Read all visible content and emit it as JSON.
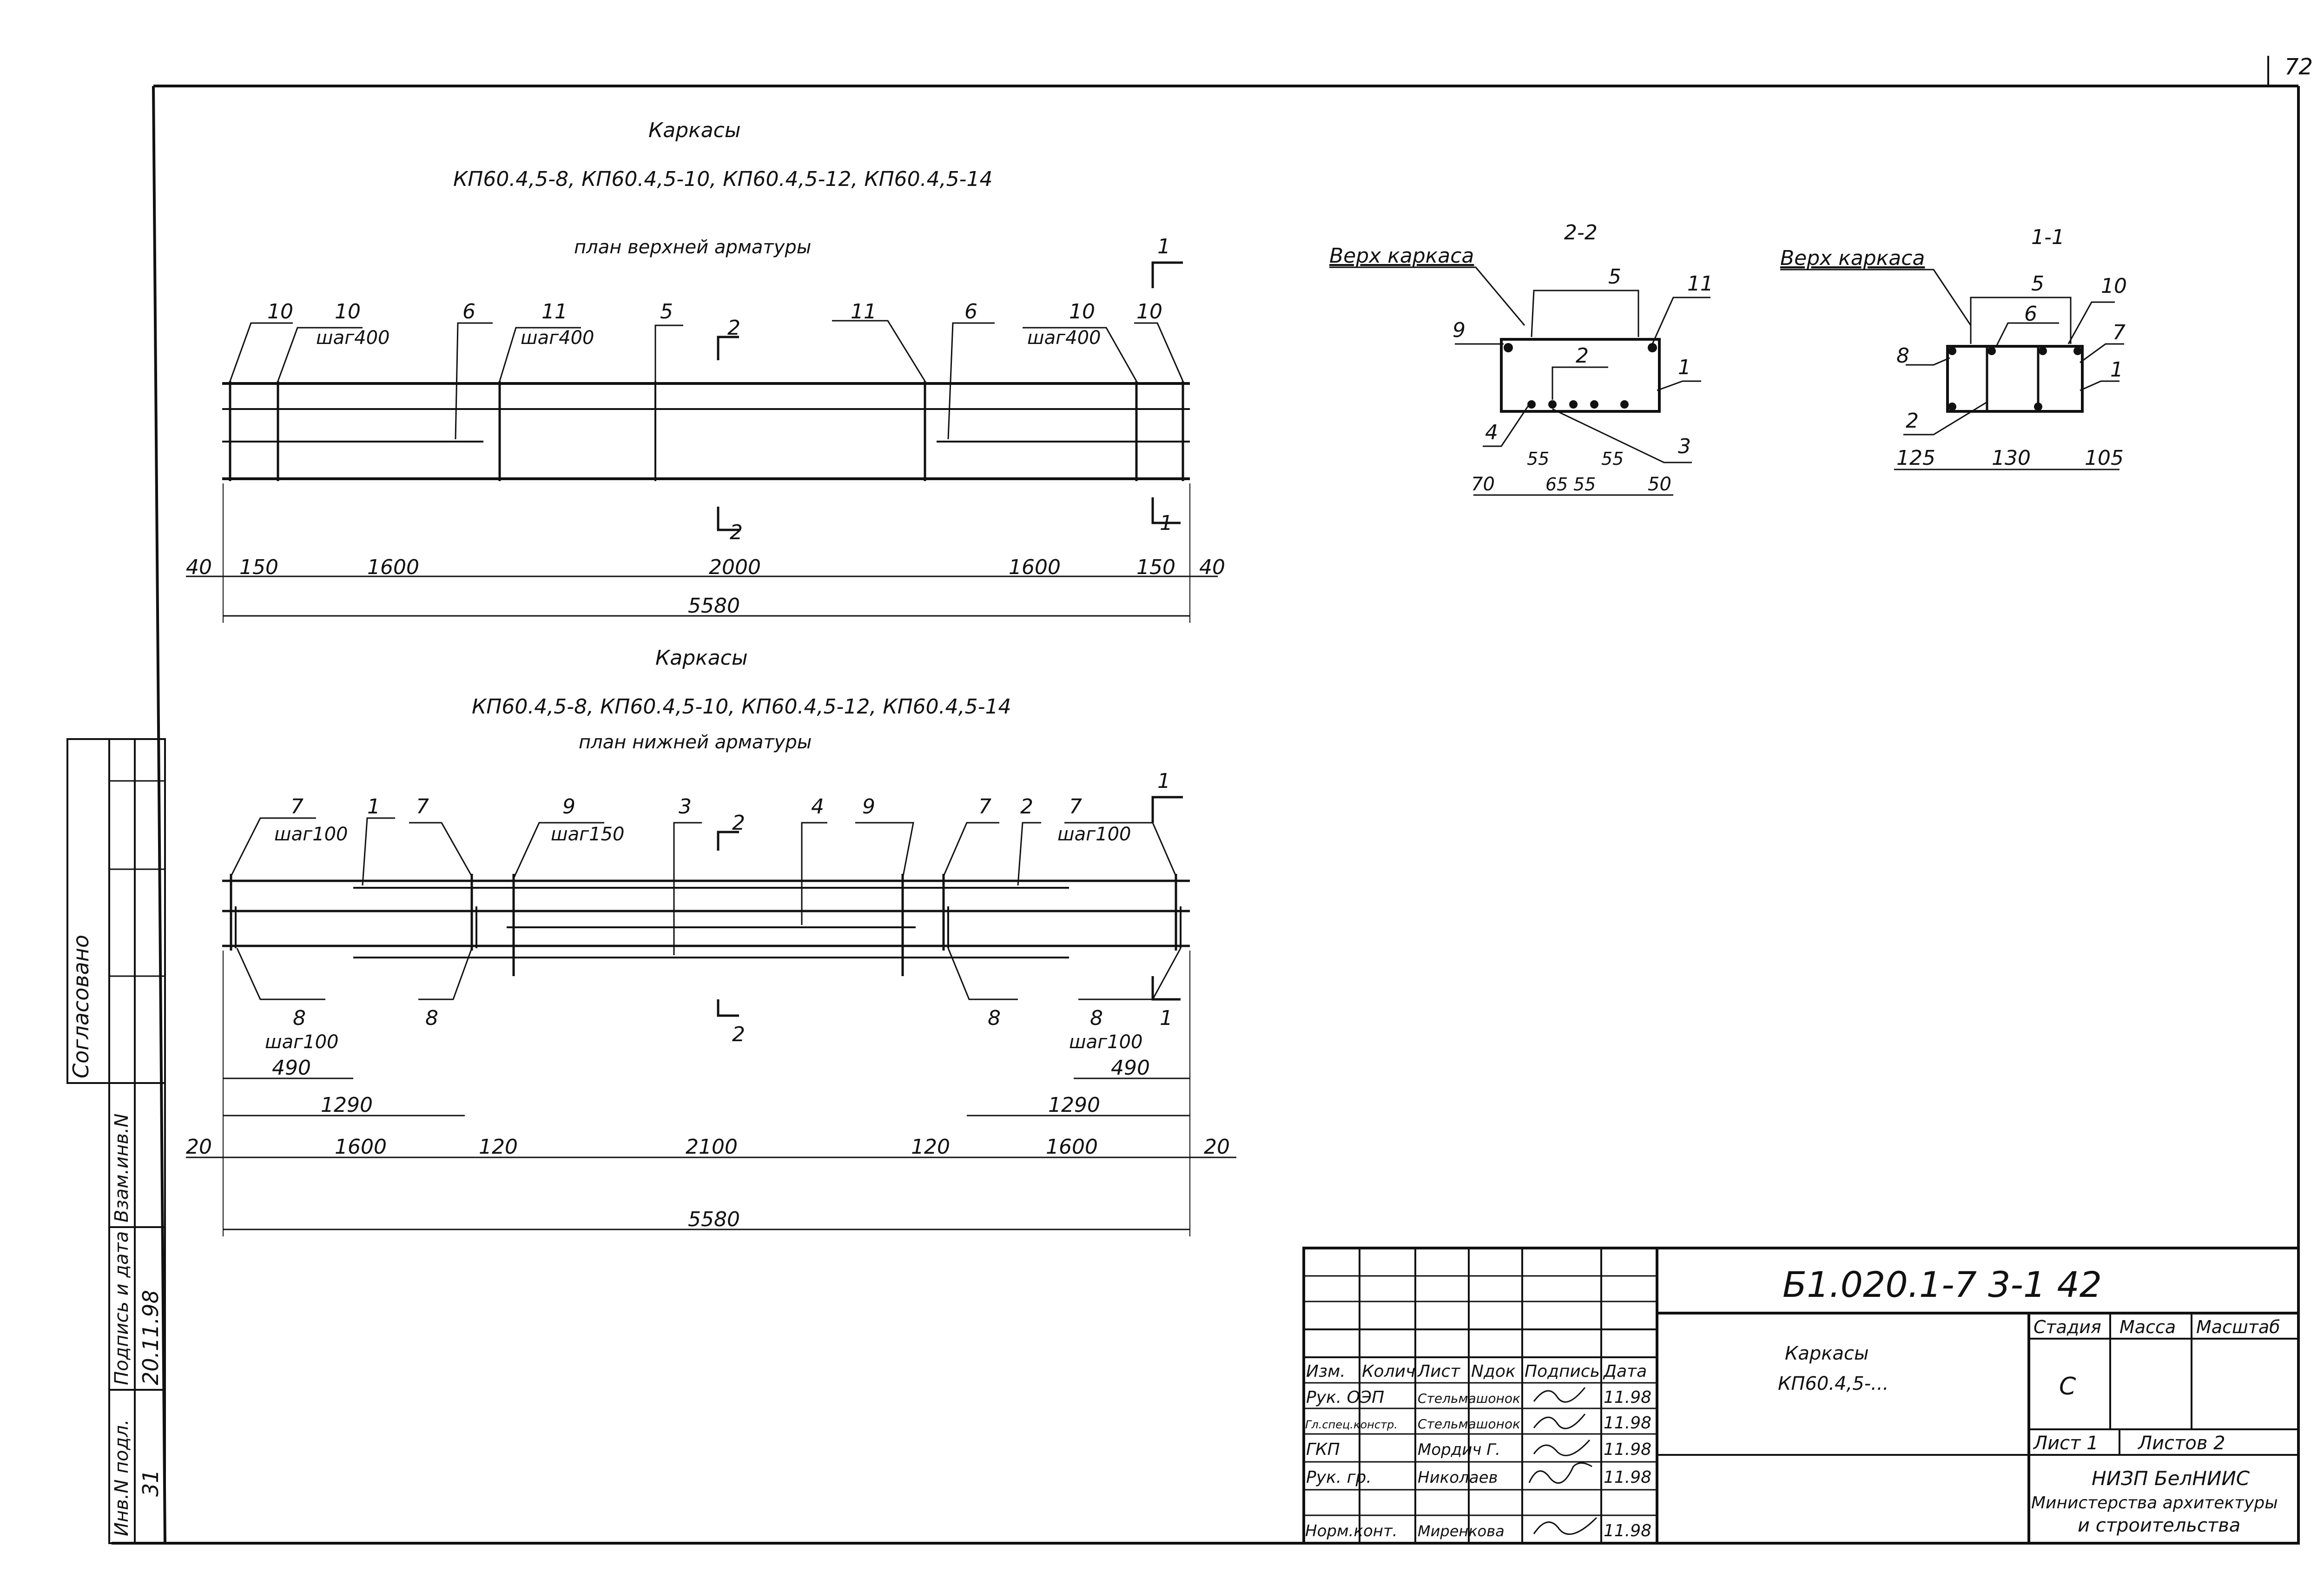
{
  "sheet_number": "72",
  "top_section": {
    "title": "Каркасы",
    "subtitle": "КП60.4,5-8, КП60.4,5-10, КП60.4,5-12, КП60.4,5-14",
    "plan_label": "план верхней арматуры",
    "callouts": [
      "10",
      "10",
      "шаг400",
      "6",
      "11",
      "шаг400",
      "5",
      "11",
      "6",
      "10",
      "шаг400",
      "10"
    ],
    "section_marks": [
      "1",
      "1",
      "2",
      "2"
    ],
    "dims": [
      "40",
      "150",
      "1600",
      "2000",
      "1600",
      "150",
      "40"
    ],
    "total": "5580"
  },
  "bottom_section": {
    "title": "Каркасы",
    "subtitle": "КП60.4,5-8, КП60.4,5-10, КП60.4,5-12, КП60.4,5-14",
    "plan_label": "план нижней арматуры",
    "callouts_top": [
      "7",
      "шаг100",
      "1",
      "7",
      "9",
      "шаг150",
      "3",
      "4",
      "9",
      "7",
      "2",
      "7",
      "шаг100"
    ],
    "callouts_bottom": [
      "8",
      "шаг100",
      "8",
      "8",
      "8",
      "шаг100"
    ],
    "section_marks": [
      "1",
      "1",
      "2",
      "2"
    ],
    "sub_dims": [
      "490",
      "1290",
      "490",
      "1290"
    ],
    "dims": [
      "20",
      "1600",
      "120",
      "2100",
      "120",
      "1600",
      "20"
    ],
    "total": "5580"
  },
  "section_2_2": {
    "title": "2-2",
    "top_label": "Верх каркаса",
    "callouts": [
      "5",
      "11",
      "9",
      "2",
      "1",
      "4",
      "3"
    ],
    "dims": [
      "70",
      "55",
      "55",
      "65",
      "55",
      "50"
    ]
  },
  "section_1_1": {
    "title": "1-1",
    "top_label": "Верх каркаса",
    "callouts": [
      "5",
      "10",
      "6",
      "7",
      "8",
      "1",
      "2"
    ],
    "dims": [
      "125",
      "130",
      "105"
    ]
  },
  "left_stamp": {
    "agreed": "Согласовано",
    "inv_vzam": "Взам.инв.N",
    "sign_date": "Подпись и дата",
    "sign_date_value": "20.11.98",
    "inv_orig": "Инв.N подл.",
    "inv_orig_value": "31"
  },
  "title_block": {
    "code": "Б1.020.1-7 3-1 42",
    "headers": [
      "Изм.",
      "Колич",
      "Лист",
      "Nдок",
      "Подпись",
      "Дата"
    ],
    "rows": [
      {
        "role": "Рук. ОЭП",
        "name": "Стельмашонок",
        "date": "11.98"
      },
      {
        "role": "Гл.спец.констр.",
        "name": "Стельмашонок",
        "date": "11.98"
      },
      {
        "role": "ГКП",
        "name": "Мордич Г.",
        "date": "11.98"
      },
      {
        "role": "Рук. гр.",
        "name": "Николаев",
        "date": "11.98"
      },
      {
        "role": "Норм.конт.",
        "name": "Миренкова",
        "date": "11.98"
      }
    ],
    "doc_title_1": "Каркасы",
    "doc_title_2": "КП60.4,5-...",
    "stage_h": "Стадия",
    "mass_h": "Масса",
    "scale_h": "Масштаб",
    "stage_v": "С",
    "sheet_l": "Лист 1",
    "sheets_l": "Листов 2",
    "org_1": "НИЗП БелНИИС",
    "org_2": "Министерства архитектуры",
    "org_3": "и строительства"
  }
}
